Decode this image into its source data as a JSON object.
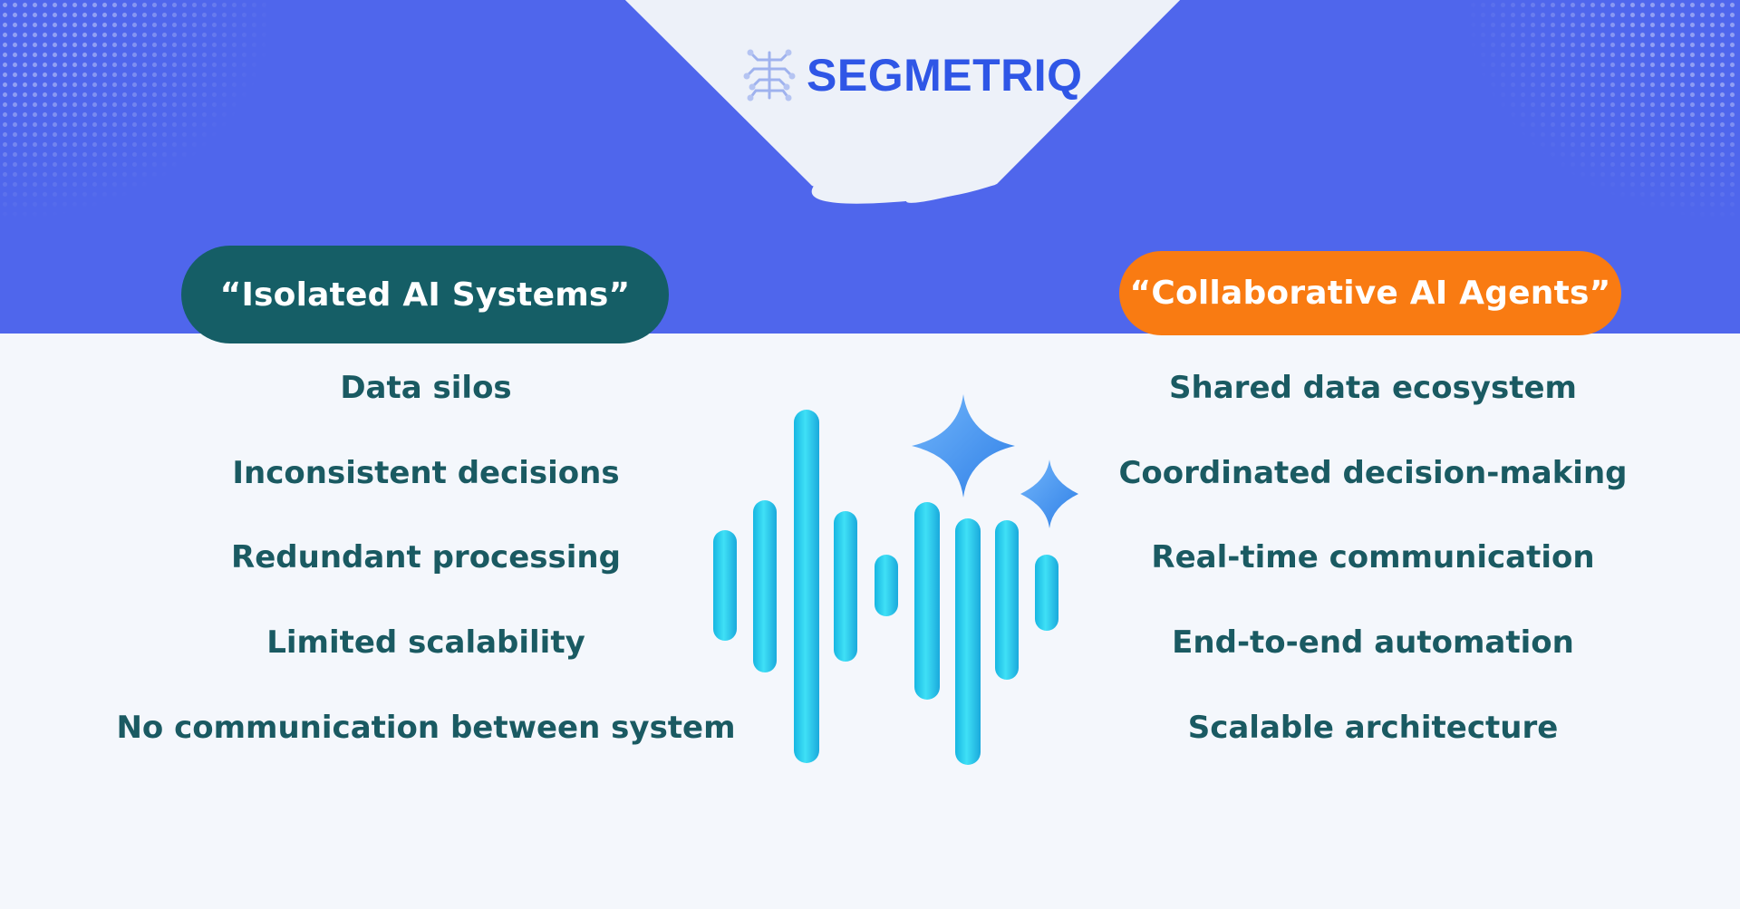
{
  "brand": {
    "name": "SEGMETRIQ",
    "icon": "circuit-brain-icon",
    "color": "#2f56e6"
  },
  "colors": {
    "band": "#4f66ec",
    "background": "#f4f7fc",
    "left_pill": "#155e66",
    "right_pill": "#f97b12",
    "item_text": "#1a5a62",
    "bars": "#22c8ec",
    "sparkles": "#3d8ef0"
  },
  "left": {
    "title": "“Isolated AI Systems”",
    "items": [
      "Data silos",
      "Inconsistent decisions",
      "Redundant processing",
      "Limited scalability",
      "No communication between system"
    ]
  },
  "right": {
    "title": "“Collaborative AI Agents”",
    "items": [
      "Shared data ecosystem",
      "Coordinated decision-making",
      "Real-time communication",
      "End-to-end automation",
      "Scalable architecture"
    ]
  },
  "illustration": {
    "icon": "ai-soundwave-sparkle-icon"
  }
}
